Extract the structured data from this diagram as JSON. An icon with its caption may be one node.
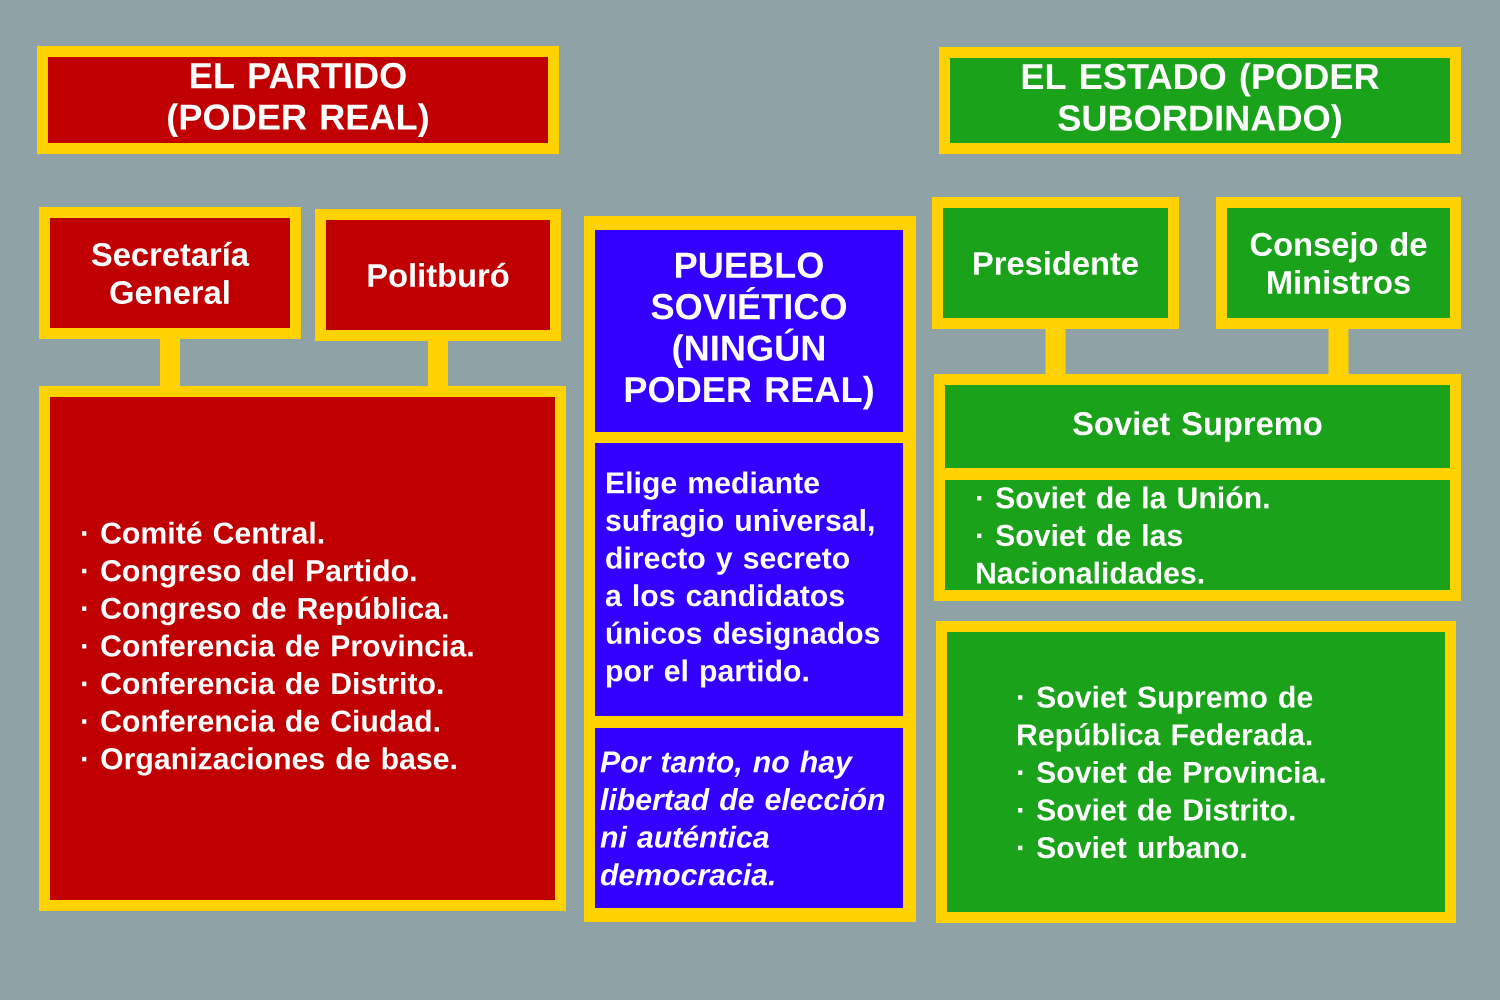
{
  "diagram": {
    "nodes": [
      {
        "text": [
          "EL PARTIDO (PODER REAL)"
        ]
      },
      {
        "text": [
          "Secretaría General"
        ]
      },
      {
        "text": [
          "Politburó"
        ]
      },
      {
        "text": [
          "· Comité Central.",
          "· Congreso del Partido.",
          "· Congreso de República.",
          "· Conferencia de Provincia.",
          "· Conferencia de Distrito.",
          "· Conferencia de Ciudad.",
          "· Organizaciones de base."
        ]
      },
      {
        "text": [
          "PUEBLO SOVIÉTICO (NINGÚN PODER REAL)"
        ]
      },
      {
        "text": [
          "Elige mediante sufragio universal, directo y secreto a los candidatos únicos designados por el partido."
        ]
      },
      {
        "text": [
          "Por tanto, no hay libertad de elección ni auténtica democracia."
        ]
      },
      {
        "text": [
          "EL ESTADO (PODER SUBORDINADO)"
        ]
      },
      {
        "text": [
          "Presidente"
        ]
      },
      {
        "text": [
          "Consejo de Ministros"
        ]
      },
      {
        "text": [
          "Soviet Supremo"
        ]
      },
      {
        "text": [
          "· Soviet de la Unión.",
          "· Soviet de las Nacionalidades."
        ]
      },
      {
        "text": [
          "· Soviet Supremo de República Federada.",
          "· Soviet de Provincia.",
          "· Soviet de Distrito.",
          "· Soviet urbano."
        ]
      }
    ],
    "edges": [
      {
        "from": 1,
        "to": 3,
        "arrow": "none"
      },
      {
        "from": 2,
        "to": 3,
        "arrow": "none"
      },
      {
        "from": 8,
        "to": 10,
        "arrow": "none"
      },
      {
        "from": 9,
        "to": 10,
        "arrow": "none"
      }
    ]
  }
}
